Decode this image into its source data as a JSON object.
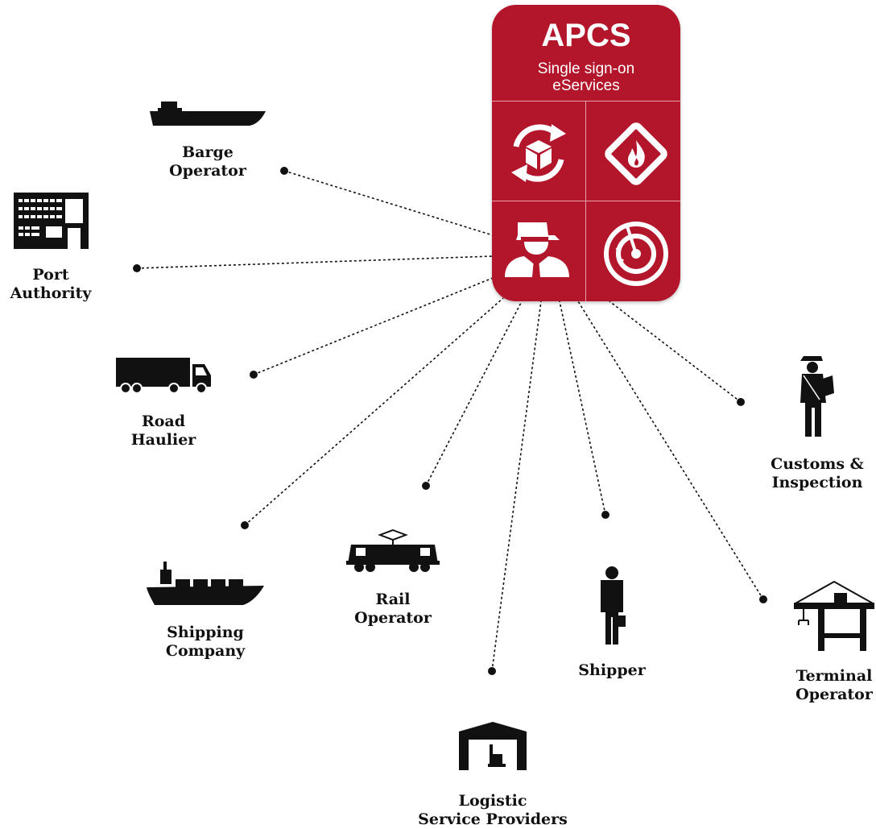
{
  "hub": {
    "title": "APCS",
    "subtitle_line1": "Single sign-on",
    "subtitle_line2": "eServices",
    "color": "#b3162b",
    "tiles": [
      "cargo-cycle-icon",
      "hazard-fire-icon",
      "customs-officer-icon",
      "radar-icon"
    ]
  },
  "nodes": [
    {
      "id": "barge",
      "line1": "Barge",
      "line2": "Operator",
      "icon": "barge-icon"
    },
    {
      "id": "port",
      "line1": "Port",
      "line2": "Authority",
      "icon": "port-building-icon"
    },
    {
      "id": "road",
      "line1": "Road",
      "line2": "Haulier",
      "icon": "truck-icon"
    },
    {
      "id": "shipping",
      "line1": "Shipping",
      "line2": "Company",
      "icon": "container-ship-icon"
    },
    {
      "id": "rail",
      "line1": "Rail",
      "line2": "Operator",
      "icon": "train-icon"
    },
    {
      "id": "logistic",
      "line1": "Logistic",
      "line2": "Service Providers",
      "icon": "warehouse-icon"
    },
    {
      "id": "shipper",
      "line1": "Shipper",
      "line2": "",
      "icon": "shipper-person-icon"
    },
    {
      "id": "terminal",
      "line1": "Terminal",
      "line2": "Operator",
      "icon": "crane-icon"
    },
    {
      "id": "customs",
      "line1": "Customs &",
      "line2": "Inspection",
      "icon": "customs-person-icon"
    }
  ]
}
